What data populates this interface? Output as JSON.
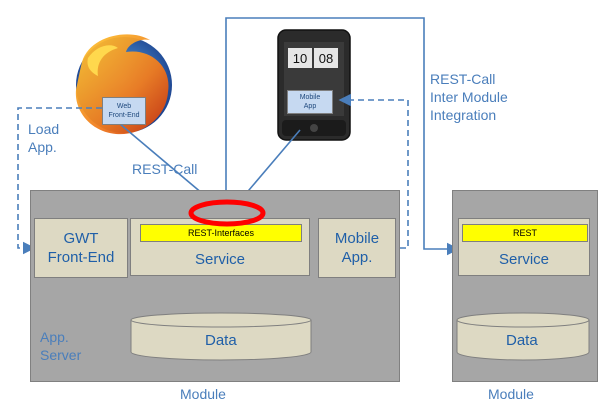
{
  "browser": {
    "mini_box": "Web\nFront-End"
  },
  "phone": {
    "mini_box": "Mobile\nApp",
    "clock": "10 08"
  },
  "labels": {
    "load_app": "Load\nApp.",
    "rest_call": "REST-Call",
    "rest_call_inter": "REST-Call\nInter Module\nIntegration"
  },
  "main_server": {
    "gwt": "GWT\nFront-End",
    "rest_interfaces": "REST-Interfaces",
    "service": "Service",
    "mobile": "Mobile\nApp.",
    "data": "Data",
    "app_server": "App.\nServer",
    "module": "Module"
  },
  "second_server": {
    "rest": "REST",
    "service": "Service",
    "data": "Data",
    "module": "Module"
  },
  "colors": {
    "server_fill": "#a6a6a6",
    "box_fill": "#ddd9c3",
    "arrow": "#4a7ebb",
    "highlight": "#ff0000",
    "rest_fill": "#ffff00"
  }
}
